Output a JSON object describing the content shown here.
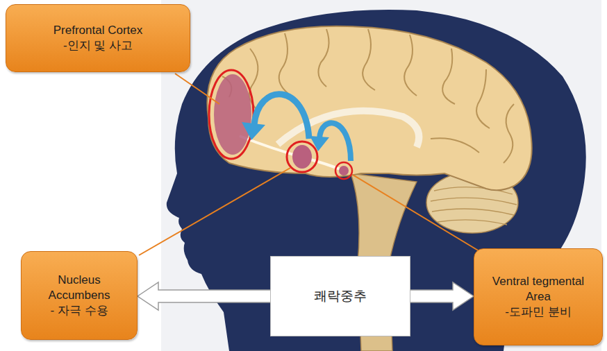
{
  "diagram": {
    "nodes": [
      {
        "text": [
          "Prefrontal Cortex",
          "-인지 및 사고"
        ]
      },
      {
        "text": [
          "Nucleus Accumbens",
          "- 자극 수용"
        ]
      },
      {
        "text": [
          "Ventral tegmental Area",
          "-도파민 분비"
        ]
      }
    ],
    "edges": [
      {
        "from": 1,
        "to": 2,
        "label": "쾌락중추",
        "arrow": "both"
      }
    ]
  }
}
